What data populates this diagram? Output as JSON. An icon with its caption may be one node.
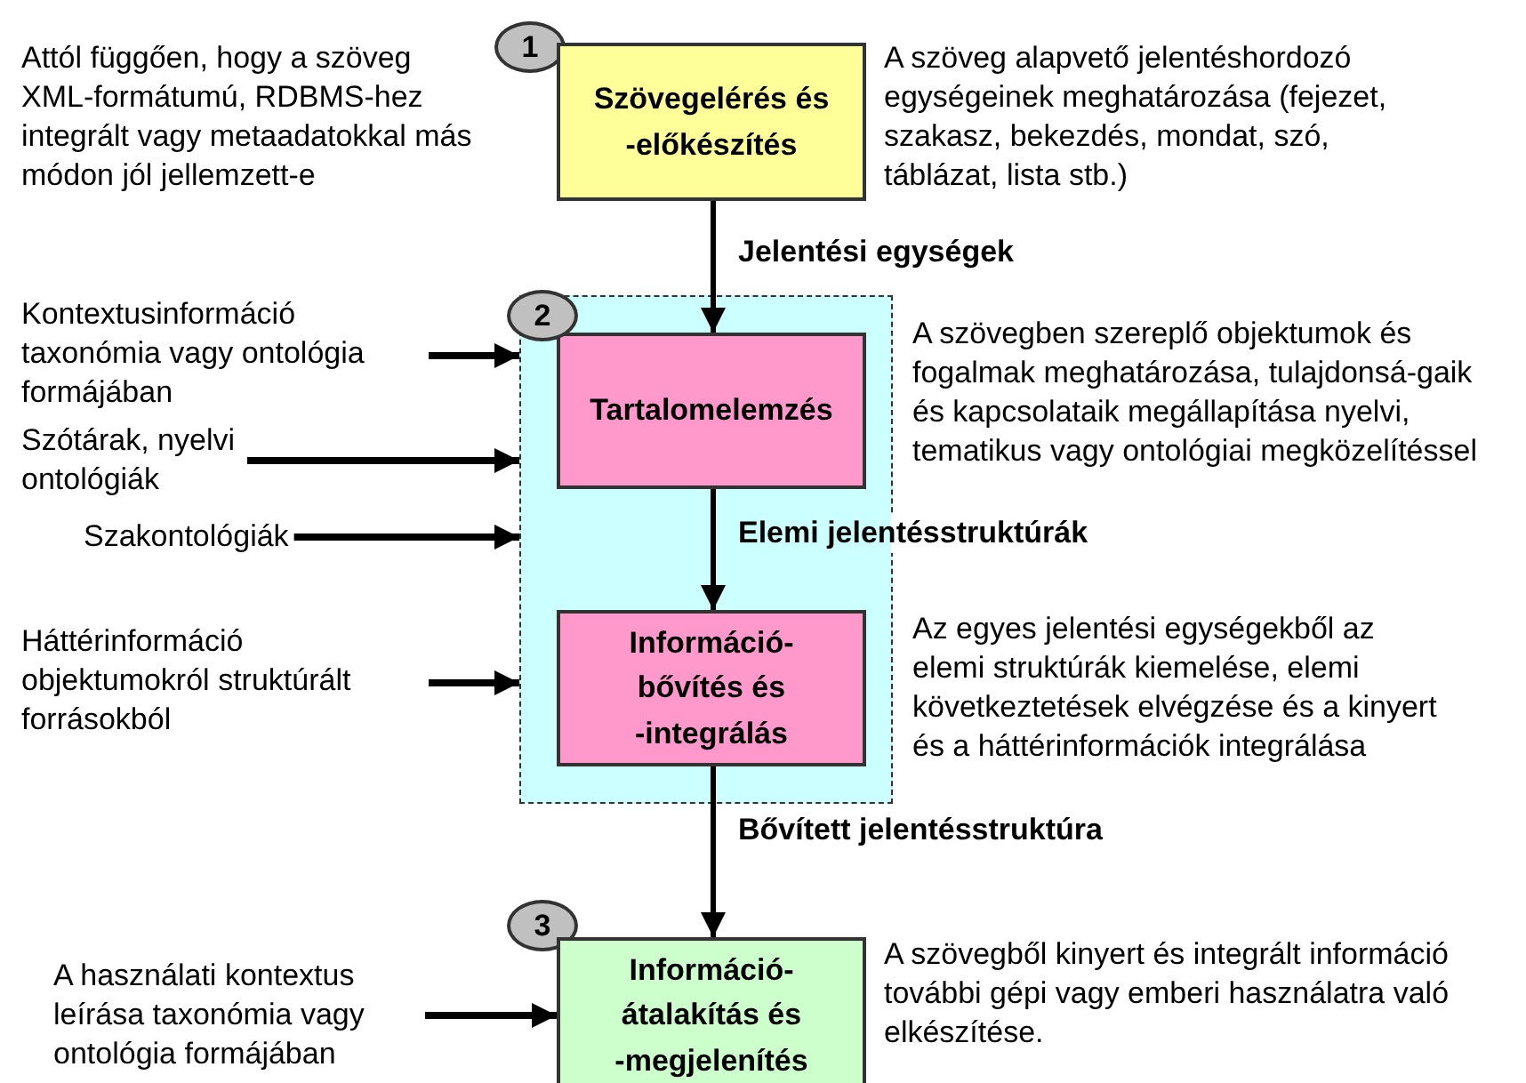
{
  "diagram": {
    "nodes": [
      {
        "text": [
          "1"
        ]
      },
      {
        "text": [
          "Szövegelérés és -előkészítés"
        ],
        "beside": [
          "A szöveg alapvető jelentéshordozó egységeinek meghatározása (fejezet, szakasz, bekezdés, mondat, szó, táblázat, lista stb.)"
        ]
      },
      {
        "text": [],
        "shape": "box"
      },
      {
        "text": [
          "2"
        ]
      },
      {
        "text": [
          "Tartalomelemzés"
        ],
        "in": 2,
        "beside": [
          "A szövegben szereplő objektumok és fogalmak meghatározása, tulajdonsá-gaik és kapcsolataik megállapítása nyelvi, tematikus vagy ontológiai megközelítéssel"
        ]
      },
      {
        "text": [
          "Információ-bővítés és -integrálás"
        ],
        "in": 2,
        "beside": [
          "Az egyes jelentési egységekből az elemi struktúrák kiemelése, elemi következtetések elvégzése és a kinyert és a háttérinformációk integrálása"
        ]
      },
      {
        "text": [
          "3"
        ]
      },
      {
        "text": [
          "Információ-átalakítás és -megjelenítés"
        ],
        "beside": [
          "A szövegből kinyert és integrált információ további gépi vagy emberi használatra való elkészítése."
        ]
      },
      {
        "text": [
          "Kontextusinformáció taxonómia vagy ontológia formájában"
        ]
      },
      {
        "text": [
          "Szótárak, nyelvi ontológiák"
        ]
      },
      {
        "text": [
          "Szakontológiák"
        ]
      },
      {
        "text": [
          "Háttérinformáció objektumokról struktúrált forrásokból"
        ]
      },
      {
        "text": [
          "A használati kontextus leírása taxonómia vagy ontológia formájában"
        ]
      }
    ],
    "edges": [
      {
        "from": 1,
        "to": 4,
        "arrow": "to",
        "label": "Jelentési egységek"
      },
      {
        "from": 4,
        "to": 5,
        "arrow": "to",
        "label": "Elemi jelentésstruktúrák"
      },
      {
        "from": 5,
        "to": 7,
        "arrow": "to",
        "label": "Bővített jelentésstruktúra"
      },
      {
        "from": 8,
        "to": 2,
        "arrow": "to"
      },
      {
        "from": 9,
        "to": 2,
        "arrow": "to"
      },
      {
        "from": 10,
        "to": 2,
        "arrow": "to"
      },
      {
        "from": 11,
        "to": 2,
        "arrow": "to"
      },
      {
        "from": 12,
        "to": 7,
        "arrow": "to"
      }
    ],
    "labels": [
      "Attól függően, hogy a szöveg XML-formátumú, RDBMS-hez integrált vagy metaadatokkal más módon jól jellemzett-e"
    ]
  }
}
